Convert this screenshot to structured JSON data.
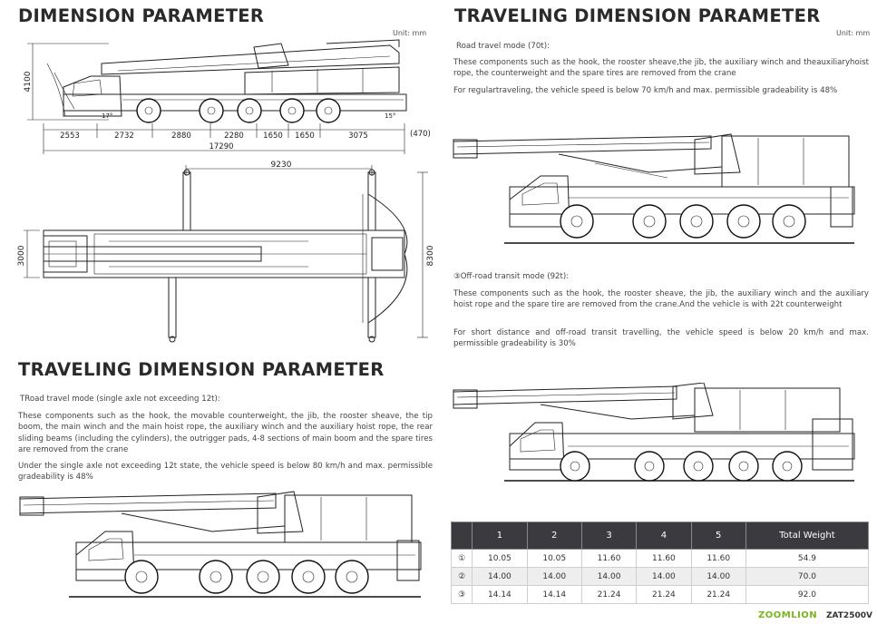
{
  "left": {
    "title": "DIMENSION PARAMETER",
    "unit": "Unit: mm",
    "dims_side": {
      "height": "4100",
      "segments": [
        "2553",
        "2732",
        "2880",
        "2280",
        "1650",
        "1650",
        "3075"
      ],
      "extra": "(470)",
      "total": "17290",
      "angle_left": "17°",
      "angle_right": "15°"
    },
    "dims_top": {
      "span": "9230",
      "width_left": "3000",
      "width_right": "8300"
    }
  },
  "right": {
    "title": "TRAVELING DIMENSION PARAMETER",
    "unit": "Unit: mm",
    "mode1": {
      "heading": "Road travel mode (70t):",
      "p1": "These components such as the hook, the rooster sheave,the jib, the auxiliary winch and theauxiliaryhoist rope, the counterweight and the spare tires are removed from the crane",
      "p2": "For regulartraveling, the vehicle speed is below 70 km/h and max. permissible gradeability is 48%"
    },
    "mode2": {
      "heading": "③Off-road transit mode (92t):",
      "p1": "These components such as the hook, the rooster sheave, the jib, the auxiliary winch and the auxiliary hoist rope and the spare tire are removed from the crane.And the vehicle is with 22t counterweight",
      "p2": "For short distance and off-road transit travelling, the vehicle speed is below 20 km/h and max. permissible gradeability is 30%"
    }
  },
  "bottom_left": {
    "title": "TRAVELING DIMENSION PARAMETER",
    "heading": "TRoad travel mode (single axle not exceeding 12t):",
    "p1": "These components such as the hook, the movable counterweight, the jib, the rooster sheave, the tip boom, the main winch and the main hoist rope, the auxiliary winch and the auxiliary hoist rope, the rear sliding beams (including the cylinders), the outrigger pads, 4-8 sections of main boom and the spare tires are removed from the crane",
    "p2": "Under the single axle not exceeding 12t state, the vehicle speed is below 80 km/h and max. permissible gradeability is 48%"
  },
  "table": {
    "headers": [
      "",
      "1",
      "2",
      "3",
      "4",
      "5",
      "Total Weight"
    ],
    "rows": [
      [
        "①",
        "10.05",
        "10.05",
        "11.60",
        "11.60",
        "11.60",
        "54.9"
      ],
      [
        "②",
        "14.00",
        "14.00",
        "14.00",
        "14.00",
        "14.00",
        "70.0"
      ],
      [
        "③",
        "14.14",
        "14.14",
        "21.24",
        "21.24",
        "21.24",
        "92.0"
      ]
    ]
  },
  "footer": {
    "brand": "ZOOMLION",
    "model": "ZAT2500V"
  }
}
